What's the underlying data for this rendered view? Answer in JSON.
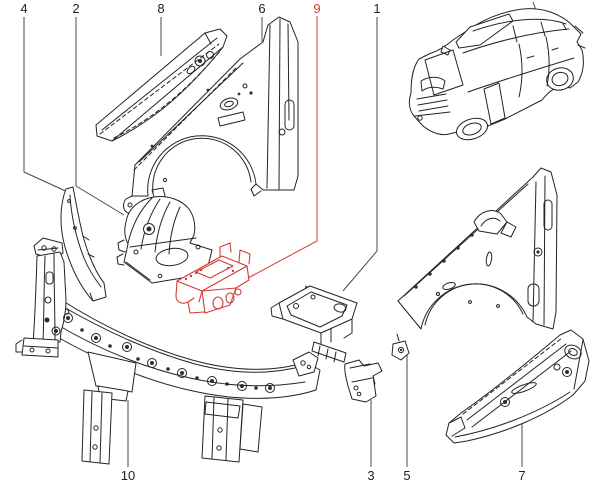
{
  "diagram": {
    "kind": "exploded-body-parts-diagram",
    "background_color": "#ffffff",
    "line_color": "#242424",
    "leader_color": "#4a4a4a",
    "highlight_color": "#d23b34",
    "highlighted_callout": "9",
    "callouts": [
      {
        "label": "4"
      },
      {
        "label": "2"
      },
      {
        "label": "8"
      },
      {
        "label": "6"
      },
      {
        "label": "9"
      },
      {
        "label": "1"
      },
      {
        "label": "10"
      },
      {
        "label": "3"
      },
      {
        "label": "5"
      },
      {
        "label": "7"
      }
    ]
  }
}
